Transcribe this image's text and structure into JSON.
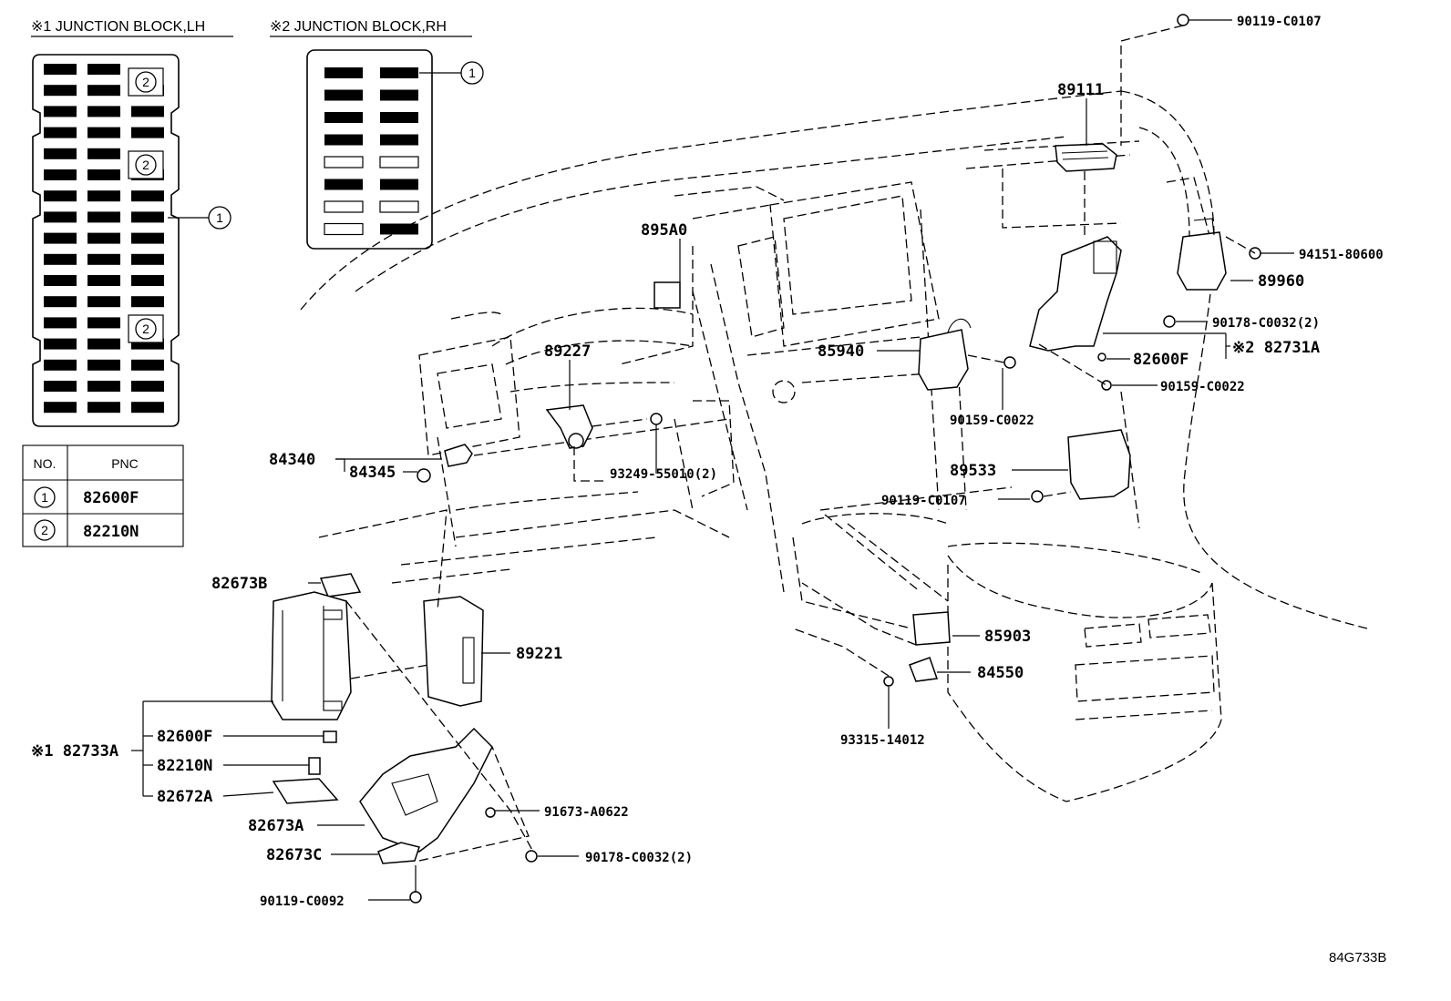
{
  "headers": {
    "jb_lh": "※1 JUNCTION BLOCK,LH",
    "jb_rh": "※2 JUNCTION BLOCK,RH"
  },
  "markers": {
    "one": "1",
    "two": "2"
  },
  "table": {
    "col_no": "NO.",
    "col_pnc": "PNC",
    "rows": [
      {
        "no": "1",
        "pnc": "82600F"
      },
      {
        "no": "2",
        "pnc": "82210N"
      }
    ]
  },
  "labels": {
    "p89111": "89111",
    "p90119_c0107_top": "90119-C0107",
    "p94151_80600": "94151-80600",
    "p89960": "89960",
    "p90178_c0032_2_right": "90178-C0032(2)",
    "p82600f_right": "82600F",
    "p82731a": "※2 82731A",
    "p90159_c0022_right": "90159-C0022",
    "p85940": "85940",
    "p90159_c0022_mid": "90159-C0022",
    "p895a0": "895A0",
    "p89227": "89227",
    "p93249_55010_2": "93249-55010(2)",
    "p84340": "84340",
    "p84345": "84345",
    "p89533": "89533",
    "p90119_c0107_mid": "90119-C0107",
    "p82673b": "82673B",
    "p89221": "89221",
    "p85903": "85903",
    "p84550": "84550",
    "p93315_14012": "93315-14012",
    "p82733a": "※1 82733A",
    "p82600f_left": "82600F",
    "p82210n": "82210N",
    "p82672a": "82672A",
    "p82673a": "82673A",
    "p91673_a0622": "91673-A0622",
    "p82673c": "82673C",
    "p90178_c0032_2_bottom": "90178-C0032(2)",
    "p90119_c0092": "90119-C0092"
  },
  "diagram_code": "84G733B"
}
